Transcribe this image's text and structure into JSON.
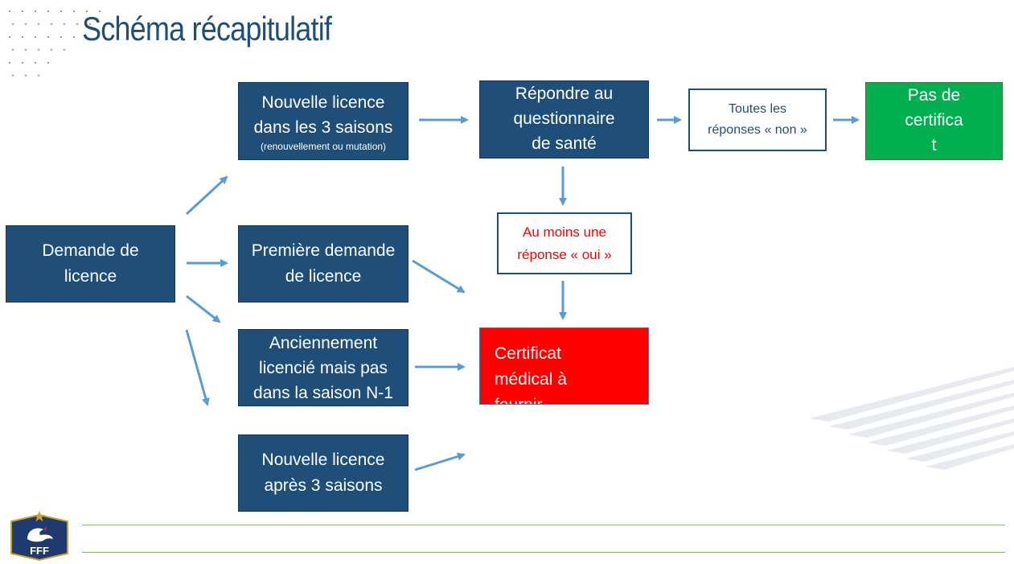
{
  "title": "Schéma récapitulatif",
  "colors": {
    "navy": "#1f4e79",
    "green": "#00b050",
    "red": "#ff0000",
    "arrow": "#5b9bd5",
    "rule": "#8db470"
  },
  "nodes": {
    "demande": "Demande de\nlicence",
    "nouvelle_3_saisons": "Nouvelle licence\ndans les 3 saisons",
    "nouvelle_3_saisons_note": "(renouvellement ou mutation)",
    "premiere_demande": "Première demande\nde licence",
    "anciennement": "Anciennement\nlicencié mais pas\ndans la saison N-1",
    "nouvelle_apres": "Nouvelle licence\naprès 3 saisons",
    "questionnaire": "Répondre au\nquestionnaire\nde santé",
    "toutes_non": "Toutes les\nréponses « non »",
    "pas_certificat": "Pas de\ncertifica\nt",
    "au_moins_oui": "Au moins une\nréponse « oui »",
    "certificat": "Certificat\nmédical à\nfournir"
  },
  "logo": {
    "icon": "fff-rooster-crest-icon",
    "text": "FFF"
  }
}
